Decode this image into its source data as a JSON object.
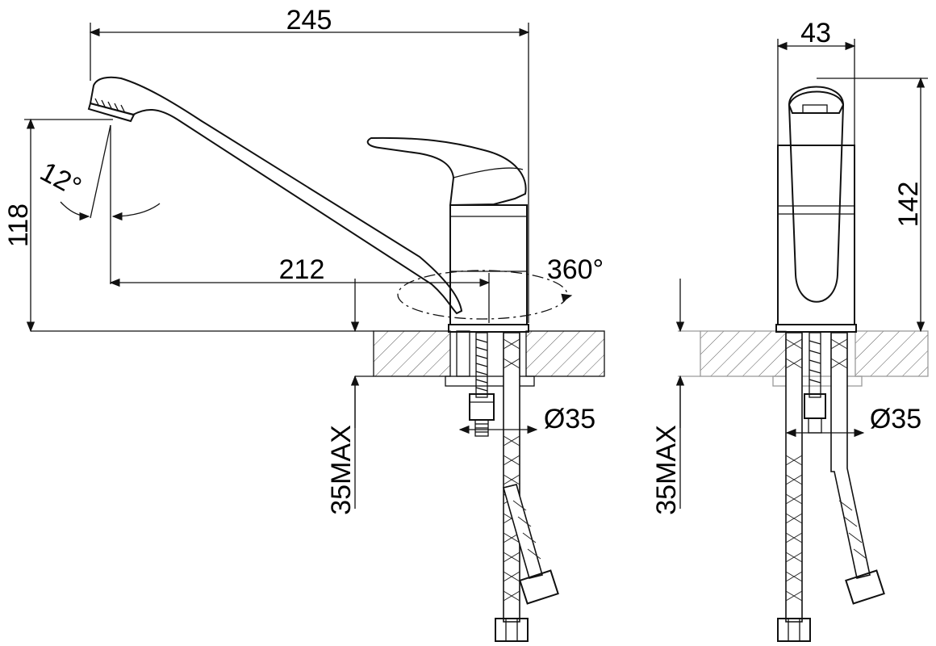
{
  "dimensions": {
    "overall_length": "245",
    "height": "118",
    "spout_reach": "212",
    "tilt_angle": "12°",
    "swivel": "360°",
    "side_width": "43",
    "side_height": "142",
    "mount_hole_front": "Ø35",
    "mount_hole_side": "Ø35",
    "max_thickness_front": "35MAX",
    "max_thickness_side": "35MAX"
  },
  "colors": {
    "line": "#111111",
    "hatch": "#555555",
    "aux": "#9a9a9a"
  }
}
